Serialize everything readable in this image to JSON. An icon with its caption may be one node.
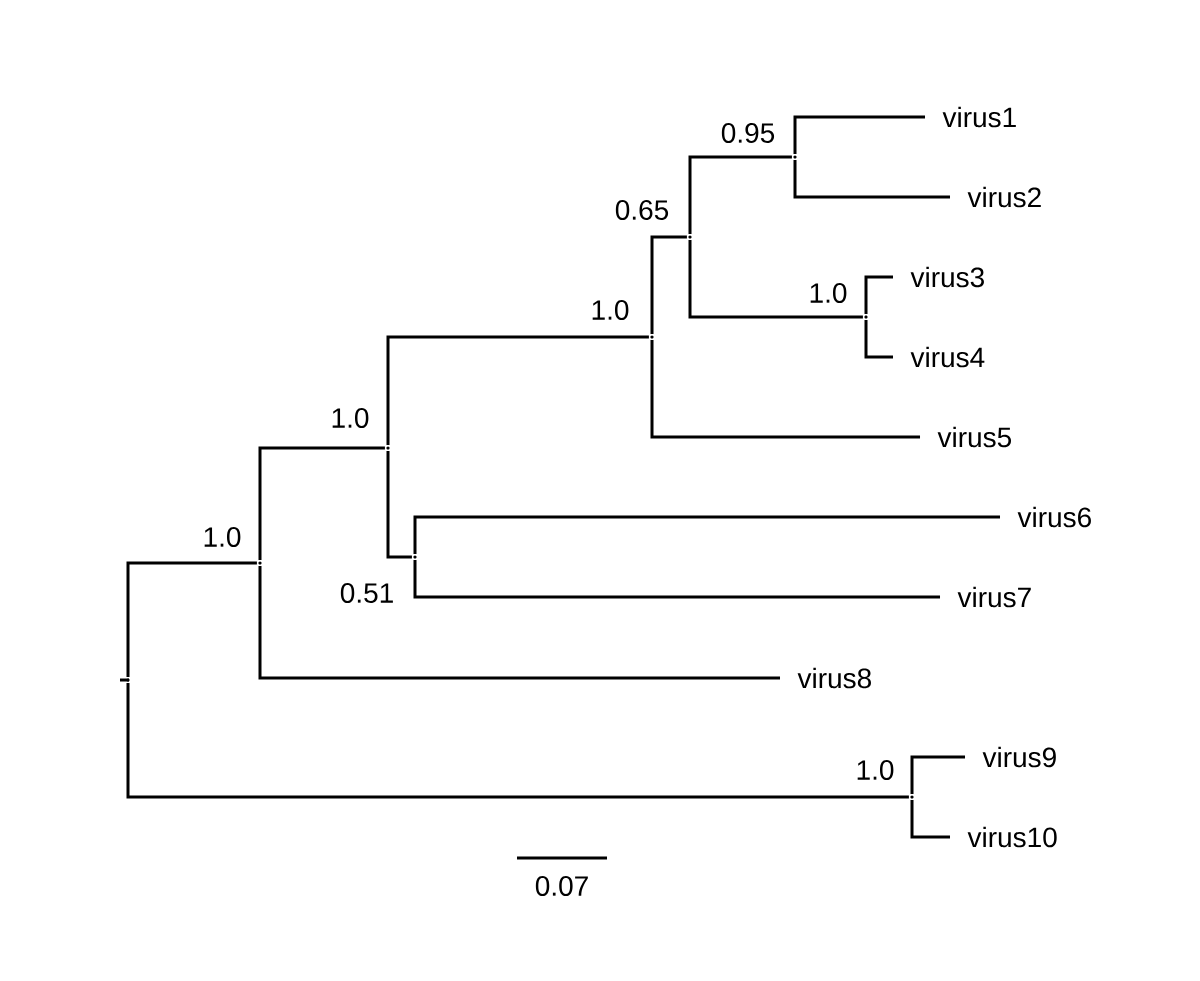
{
  "diagram": {
    "nodes": [
      {
        "text": [],
        "shape": "point"
      },
      {
        "text": [],
        "shape": "point",
        "beside": [
          "1.0"
        ]
      },
      {
        "text": [],
        "shape": "point",
        "beside": [
          "1.0"
        ]
      },
      {
        "text": [],
        "shape": "point",
        "beside": [
          "1.0"
        ]
      },
      {
        "text": [],
        "shape": "point",
        "beside": [
          "0.65"
        ]
      },
      {
        "text": [],
        "shape": "point",
        "beside": [
          "0.95"
        ]
      },
      {
        "text": [
          "virus1"
        ]
      },
      {
        "text": [
          "virus2"
        ]
      },
      {
        "text": [],
        "shape": "point",
        "beside": [
          "1.0"
        ]
      },
      {
        "text": [
          "virus3"
        ]
      },
      {
        "text": [
          "virus4"
        ]
      },
      {
        "text": [
          "virus5"
        ]
      },
      {
        "text": [],
        "shape": "point",
        "beside": [
          "0.51"
        ]
      },
      {
        "text": [
          "virus6"
        ]
      },
      {
        "text": [
          "virus7"
        ]
      },
      {
        "text": [
          "virus8"
        ]
      },
      {
        "text": [],
        "shape": "point",
        "beside": [
          "1.0"
        ]
      },
      {
        "text": [
          "virus9"
        ]
      },
      {
        "text": [
          "virus10"
        ]
      }
    ],
    "edges": [
      {
        "from": 0,
        "to": 1,
        "arrow": "none"
      },
      {
        "from": 0,
        "to": 16,
        "arrow": "none"
      },
      {
        "from": 1,
        "to": 2,
        "arrow": "none"
      },
      {
        "from": 1,
        "to": 15,
        "arrow": "none"
      },
      {
        "from": 2,
        "to": 3,
        "arrow": "none"
      },
      {
        "from": 2,
        "to": 12,
        "arrow": "none"
      },
      {
        "from": 3,
        "to": 4,
        "arrow": "none"
      },
      {
        "from": 3,
        "to": 11,
        "arrow": "none"
      },
      {
        "from": 4,
        "to": 5,
        "arrow": "none"
      },
      {
        "from": 4,
        "to": 8,
        "arrow": "none"
      },
      {
        "from": 5,
        "to": 6,
        "arrow": "none"
      },
      {
        "from": 5,
        "to": 7,
        "arrow": "none"
      },
      {
        "from": 8,
        "to": 9,
        "arrow": "none"
      },
      {
        "from": 8,
        "to": 10,
        "arrow": "none"
      },
      {
        "from": 12,
        "to": 13,
        "arrow": "none"
      },
      {
        "from": 12,
        "to": 14,
        "arrow": "none"
      },
      {
        "from": 16,
        "to": 17,
        "arrow": "none"
      },
      {
        "from": 16,
        "to": 18,
        "arrow": "none"
      }
    ],
    "labels": [
      "0.07"
    ]
  }
}
